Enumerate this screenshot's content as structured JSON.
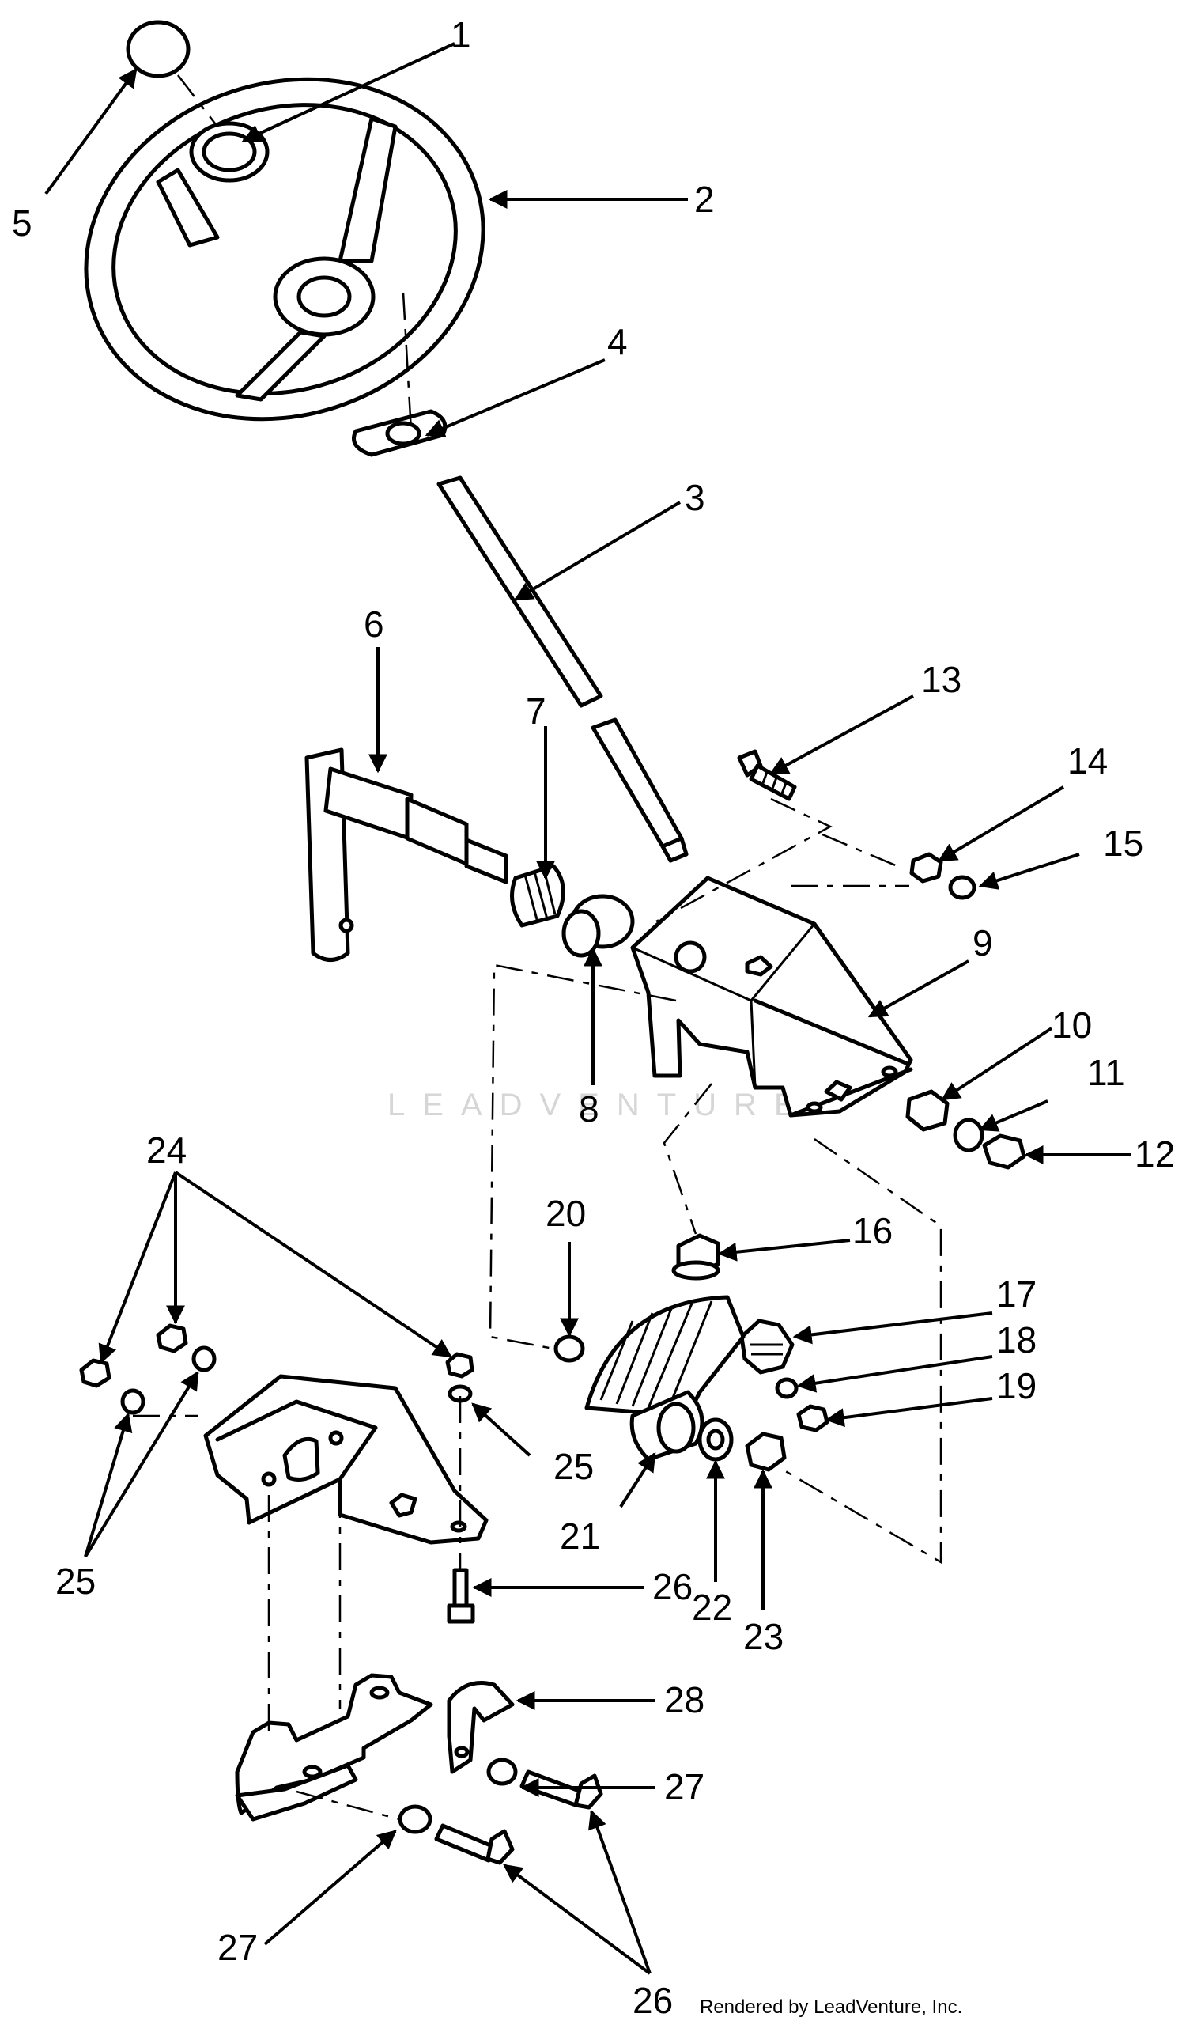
{
  "callouts": {
    "c1": "1",
    "c2": "2",
    "c3": "3",
    "c4": "4",
    "c5": "5",
    "c6": "6",
    "c7": "7",
    "c8": "8",
    "c9": "9",
    "c10": "10",
    "c11": "11",
    "c12": "12",
    "c13": "13",
    "c14": "14",
    "c15": "15",
    "c16": "16",
    "c17": "17",
    "c18": "18",
    "c19": "19",
    "c20": "20",
    "c21": "21",
    "c22": "22",
    "c23": "23",
    "c24": "24",
    "c25a": "25",
    "c25b": "25",
    "c26a": "26",
    "c26b": "26",
    "c27a": "27",
    "c27b": "27",
    "c28": "28"
  },
  "watermark": "LEADVENTURE",
  "footer": "Rendered by LeadVenture, Inc."
}
